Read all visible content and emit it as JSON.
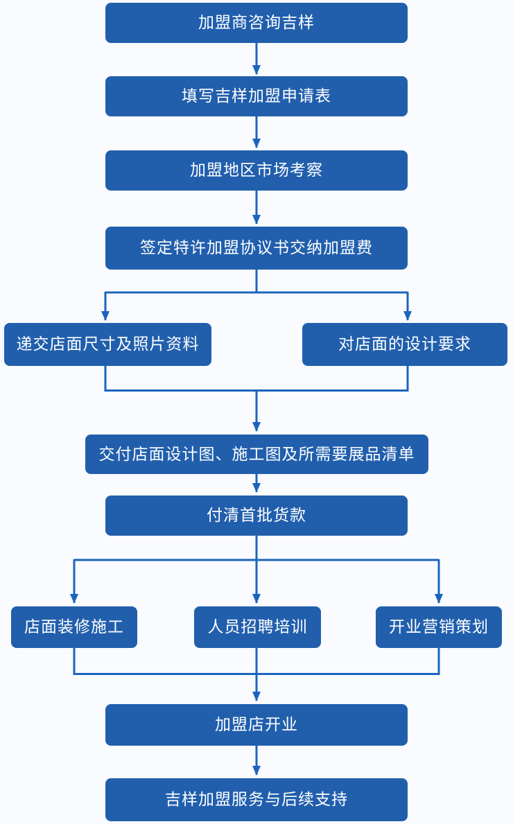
{
  "diagram": {
    "type": "flowchart",
    "direction": "top-down"
  },
  "colors": {
    "background": "#f9fbfe",
    "node_fill": "#215fad",
    "connector": "#1b64be",
    "node_text": "#ffffff"
  },
  "nodes": [
    {
      "id": "consult",
      "label": "加盟商咨询吉样"
    },
    {
      "id": "apply",
      "label": "填写吉样加盟申请表"
    },
    {
      "id": "survey",
      "label": "加盟地区市场考察"
    },
    {
      "id": "sign",
      "label": "签定特许加盟协议书交纳加盟费"
    },
    {
      "id": "submit-info",
      "label": "递交店面尺寸及照片资料"
    },
    {
      "id": "design-req",
      "label": "对店面的设计要求"
    },
    {
      "id": "deliver-design",
      "label": "交付店面设计图、施工图及所需要展品清单"
    },
    {
      "id": "pay",
      "label": "付清首批货款"
    },
    {
      "id": "decorate",
      "label": "店面装修施工"
    },
    {
      "id": "recruit",
      "label": "人员招聘培训"
    },
    {
      "id": "marketing",
      "label": "开业营销策划"
    },
    {
      "id": "open",
      "label": "加盟店开业"
    },
    {
      "id": "support",
      "label": "吉样加盟服务与后续支持"
    }
  ],
  "edges": [
    [
      "consult",
      "apply"
    ],
    [
      "apply",
      "survey"
    ],
    [
      "survey",
      "sign"
    ],
    [
      "sign",
      "submit-info"
    ],
    [
      "sign",
      "design-req"
    ],
    [
      "submit-info",
      "deliver-design"
    ],
    [
      "design-req",
      "deliver-design"
    ],
    [
      "deliver-design",
      "pay"
    ],
    [
      "pay",
      "decorate"
    ],
    [
      "pay",
      "recruit"
    ],
    [
      "pay",
      "marketing"
    ],
    [
      "decorate",
      "open"
    ],
    [
      "recruit",
      "open"
    ],
    [
      "marketing",
      "open"
    ],
    [
      "open",
      "support"
    ]
  ]
}
